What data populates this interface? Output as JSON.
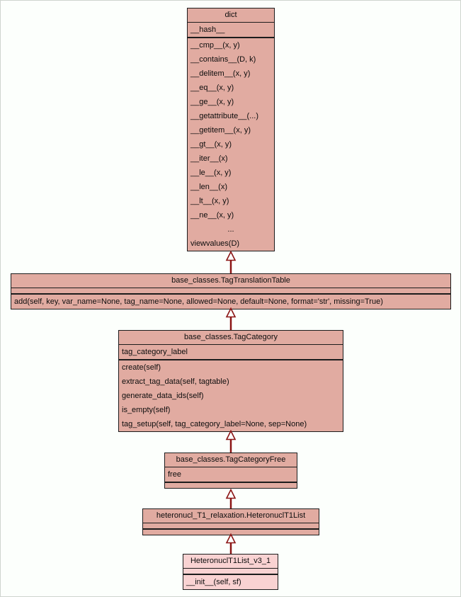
{
  "diagram_type": "uml-class-inheritance",
  "colors": {
    "background": "#fcfffc",
    "class_fill": "#e1aba1",
    "highlight_class_fill": "#f9d2d2",
    "border": "#1c1c1c",
    "arrow": "#8b1414"
  },
  "classes": [
    {
      "name": "dict",
      "attributes": [
        "__hash__"
      ],
      "methods": [
        "__cmp__(x, y)",
        "__contains__(D, k)",
        "__delitem__(x, y)",
        "__eq__(x, y)",
        "__ge__(x, y)",
        "__getattribute__(...)",
        "__getitem__(x, y)",
        "__gt__(x, y)",
        "__iter__(x)",
        "__le__(x, y)",
        "__len__(x)",
        "__lt__(x, y)",
        "__ne__(x, y)",
        "...",
        "viewvalues(D)"
      ]
    },
    {
      "name": "base_classes.TagTranslationTable",
      "attributes": [],
      "methods": [
        "add(self, key, var_name=None, tag_name=None, allowed=None, default=None, format='str', missing=True)"
      ]
    },
    {
      "name": "base_classes.TagCategory",
      "attributes": [
        "tag_category_label"
      ],
      "methods": [
        "create(self)",
        "extract_tag_data(self, tagtable)",
        "generate_data_ids(self)",
        "is_empty(self)",
        "tag_setup(self, tag_category_label=None, sep=None)"
      ]
    },
    {
      "name": "base_classes.TagCategoryFree",
      "attributes": [
        "free"
      ],
      "methods": []
    },
    {
      "name": "heteronucl_T1_relaxation.HeteronuclT1List",
      "attributes": [],
      "methods": []
    },
    {
      "name": "HeteronuclT1List_v3_1",
      "attributes": [],
      "methods": [
        "__init__(self, sf)"
      ]
    }
  ],
  "relations": [
    {
      "child": "base_classes.TagTranslationTable",
      "parent": "dict",
      "type": "inheritance"
    },
    {
      "child": "base_classes.TagCategory",
      "parent": "base_classes.TagTranslationTable",
      "type": "inheritance"
    },
    {
      "child": "base_classes.TagCategoryFree",
      "parent": "base_classes.TagCategory",
      "type": "inheritance"
    },
    {
      "child": "heteronucl_T1_relaxation.HeteronuclT1List",
      "parent": "base_classes.TagCategoryFree",
      "type": "inheritance"
    },
    {
      "child": "HeteronuclT1List_v3_1",
      "parent": "heteronucl_T1_relaxation.HeteronuclT1List",
      "type": "inheritance"
    }
  ]
}
